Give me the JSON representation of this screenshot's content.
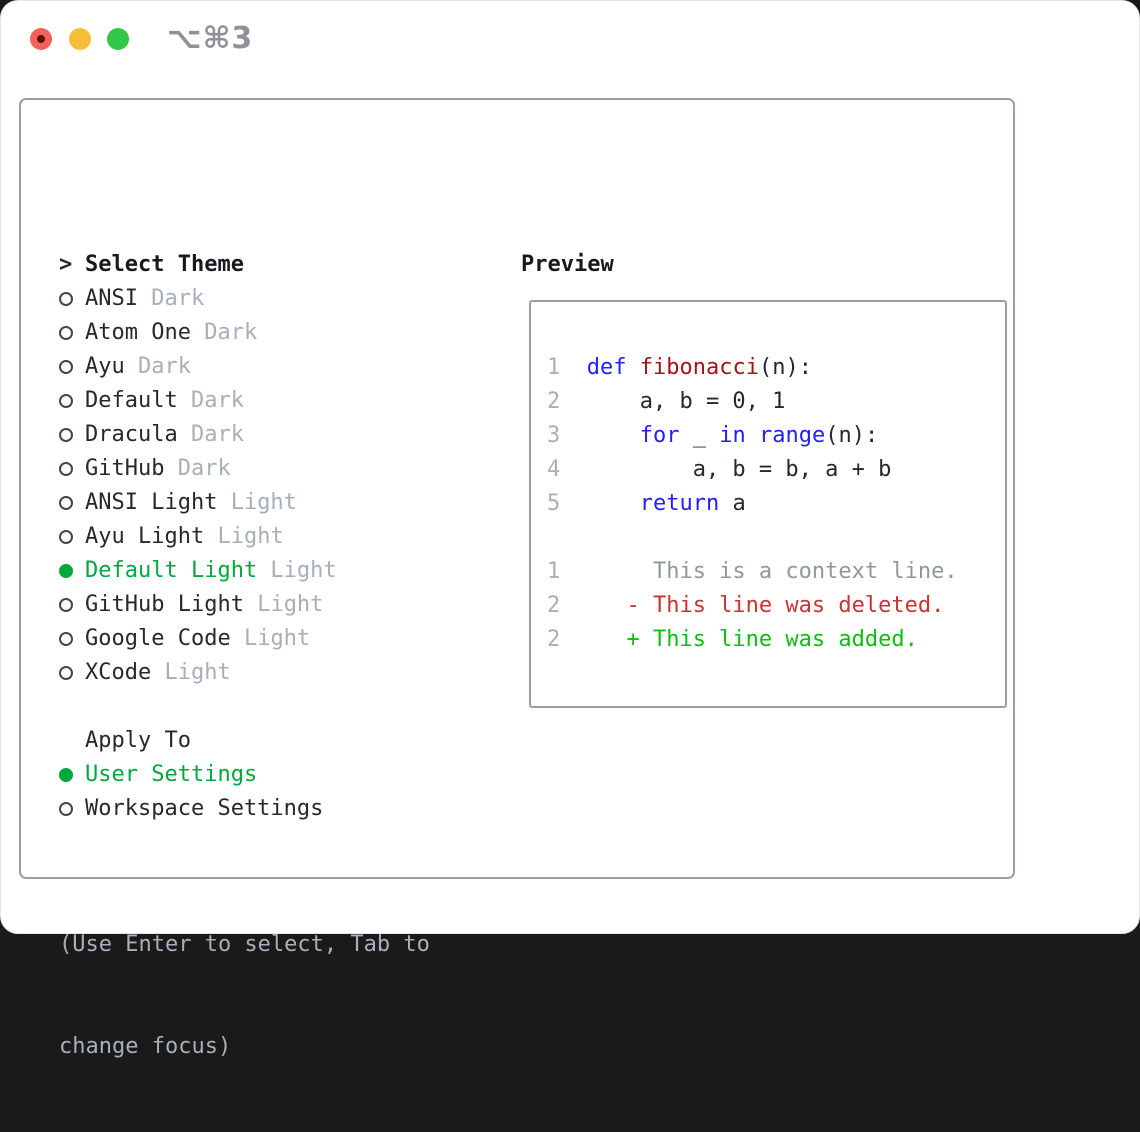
{
  "colors": {
    "border": "#97a0aa",
    "text": "#24292f",
    "dim": "#a7afb9",
    "context": "#8f979f",
    "green": "#00a83e",
    "added": "#0dbf0d",
    "deleted": "#cd3131",
    "keyword": "#1f1fff",
    "function": "#a31515",
    "titlebar": "#8e9298"
  },
  "titlebar": {
    "shortcut_label": "⌥⌘3",
    "buttons": [
      {
        "name": "close",
        "color": "#f4605a",
        "active": true
      },
      {
        "name": "minimize",
        "color": "#f6bd3b",
        "active": false
      },
      {
        "name": "maximize",
        "color": "#33c748",
        "active": false
      }
    ]
  },
  "theme_panel": {
    "header": {
      "prompt": ">",
      "label": "Select Theme"
    },
    "themes": [
      {
        "name": "ANSI",
        "variant": "Dark",
        "selected": false
      },
      {
        "name": "Atom One",
        "variant": "Dark",
        "selected": false
      },
      {
        "name": "Ayu",
        "variant": "Dark",
        "selected": false
      },
      {
        "name": "Default",
        "variant": "Dark",
        "selected": false
      },
      {
        "name": "Dracula",
        "variant": "Dark",
        "selected": false
      },
      {
        "name": "GitHub",
        "variant": "Dark",
        "selected": false
      },
      {
        "name": "ANSI Light",
        "variant": "Light",
        "selected": false
      },
      {
        "name": "Ayu Light",
        "variant": "Light",
        "selected": false
      },
      {
        "name": "Default Light",
        "variant": "Light",
        "selected": true
      },
      {
        "name": "GitHub Light",
        "variant": "Light",
        "selected": false
      },
      {
        "name": "Google Code",
        "variant": "Light",
        "selected": false
      },
      {
        "name": "XCode",
        "variant": "Light",
        "selected": false
      }
    ],
    "apply_to": {
      "label": "Apply To",
      "options": [
        {
          "name": "User Settings",
          "selected": true
        },
        {
          "name": "Workspace Settings",
          "selected": false
        }
      ]
    },
    "hint_lines": [
      "(Use Enter to select, Tab to",
      "change focus)"
    ]
  },
  "preview": {
    "label": "Preview",
    "code_lines": [
      {
        "num": "1",
        "segments": [
          [
            "def",
            "keyword"
          ],
          [
            " ",
            "plain"
          ],
          [
            "fibonacci",
            "function"
          ],
          [
            "(n):",
            "plain"
          ]
        ]
      },
      {
        "num": "2",
        "segments": [
          [
            "    a, b = 0, 1",
            "plain"
          ]
        ]
      },
      {
        "num": "3",
        "segments": [
          [
            "    ",
            "plain"
          ],
          [
            "for",
            "keyword"
          ],
          [
            " _ ",
            "plain"
          ],
          [
            "in",
            "keyword"
          ],
          [
            " ",
            "plain"
          ],
          [
            "range",
            "keyword"
          ],
          [
            "(n):",
            "plain"
          ]
        ]
      },
      {
        "num": "4",
        "segments": [
          [
            "        a, b = b, a + b",
            "plain"
          ]
        ]
      },
      {
        "num": "5",
        "segments": [
          [
            "    ",
            "plain"
          ],
          [
            "return",
            "keyword"
          ],
          [
            " a",
            "plain"
          ]
        ]
      }
    ],
    "diff_lines": [
      {
        "num": "1",
        "text": "     This is a context line.",
        "kind": "context"
      },
      {
        "num": "2",
        "text": "   - This line was deleted.",
        "kind": "deleted"
      },
      {
        "num": "2",
        "text": "   + This line was added.",
        "kind": "added"
      }
    ]
  }
}
